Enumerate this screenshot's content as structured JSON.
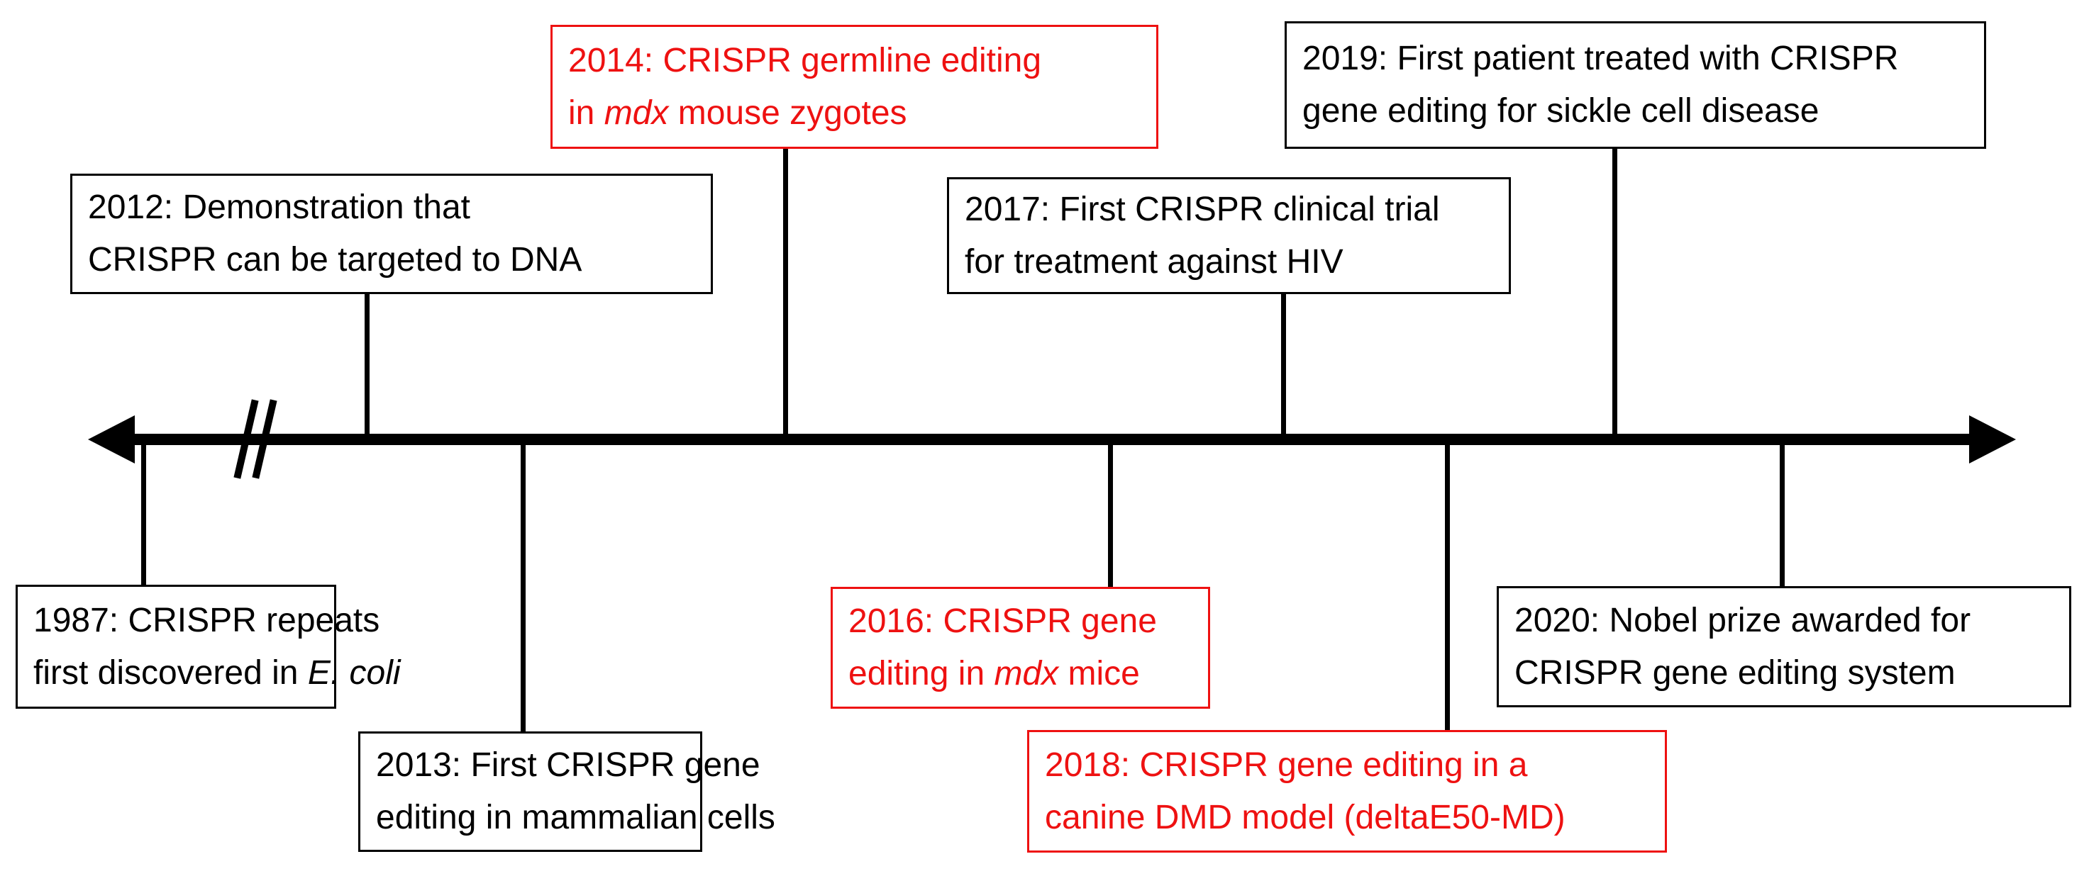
{
  "figure": {
    "kind": "timeline-diagram",
    "background": "#ffffff",
    "axis": {
      "orientation": "horizontal",
      "arrow_left": true,
      "arrow_right": true,
      "axis_break_symbol": "//",
      "line_color": "#000000"
    }
  },
  "colors": {
    "black": "#000000",
    "red": "#ee1111",
    "background": "#ffffff"
  },
  "events": [
    {
      "year": "1987",
      "side": "below",
      "color": "black",
      "label": "1987: CRISPR repeats first discovered in E. coli",
      "lines": [
        [
          {
            "t": "1987: CRISPR repeats"
          }
        ],
        [
          {
            "t": "first discovered in "
          },
          {
            "t": "E. coli",
            "italic": true
          }
        ]
      ]
    },
    {
      "year": "2012",
      "side": "above",
      "color": "black",
      "label": "2012: Demonstration that CRISPR can be targeted to DNA",
      "lines": [
        [
          {
            "t": "2012: Demonstration that"
          }
        ],
        [
          {
            "t": "CRISPR can be targeted to DNA"
          }
        ]
      ]
    },
    {
      "year": "2013",
      "side": "below",
      "color": "black",
      "label": "2013: First CRISPR gene editing in mammalian cells",
      "lines": [
        [
          {
            "t": "2013: First CRISPR gene"
          }
        ],
        [
          {
            "t": "editing in mammalian cells"
          }
        ]
      ]
    },
    {
      "year": "2014",
      "side": "above",
      "color": "red",
      "label": "2014: CRISPR germline editing in mdx mouse zygotes",
      "lines": [
        [
          {
            "t": "2014: CRISPR germline editing"
          }
        ],
        [
          {
            "t": "in "
          },
          {
            "t": "mdx",
            "italic": true
          },
          {
            "t": " mouse zygotes"
          }
        ]
      ]
    },
    {
      "year": "2016",
      "side": "below",
      "color": "red",
      "label": "2016: CRISPR gene editing in mdx mice",
      "lines": [
        [
          {
            "t": "2016: CRISPR gene"
          }
        ],
        [
          {
            "t": "editing in "
          },
          {
            "t": "mdx",
            "italic": true
          },
          {
            "t": " mice"
          }
        ]
      ]
    },
    {
      "year": "2017",
      "side": "above",
      "color": "black",
      "label": "2017: First CRISPR clinical trial for treatment against HIV",
      "lines": [
        [
          {
            "t": "2017: First CRISPR clinical trial"
          }
        ],
        [
          {
            "t": "for treatment against HIV"
          }
        ]
      ]
    },
    {
      "year": "2018",
      "side": "below",
      "color": "red",
      "label": "2018: CRISPR gene editing in a canine DMD model (deltaE50-MD)",
      "lines": [
        [
          {
            "t": "2018: CRISPR gene editing in a"
          }
        ],
        [
          {
            "t": "canine DMD model (deltaE50-MD)"
          }
        ]
      ]
    },
    {
      "year": "2019",
      "side": "above",
      "color": "black",
      "label": "2019: First patient treated with CRISPR gene editing for sickle cell disease",
      "lines": [
        [
          {
            "t": "2019: First patient treated with CRISPR"
          }
        ],
        [
          {
            "t": "gene editing for sickle cell disease"
          }
        ]
      ]
    },
    {
      "year": "2020",
      "side": "below",
      "color": "black",
      "label": "2020: Nobel prize awarded for CRISPR gene editing system",
      "lines": [
        [
          {
            "t": "2020: Nobel prize awarded for"
          }
        ],
        [
          {
            "t": "CRISPR gene editing system"
          }
        ]
      ]
    }
  ]
}
